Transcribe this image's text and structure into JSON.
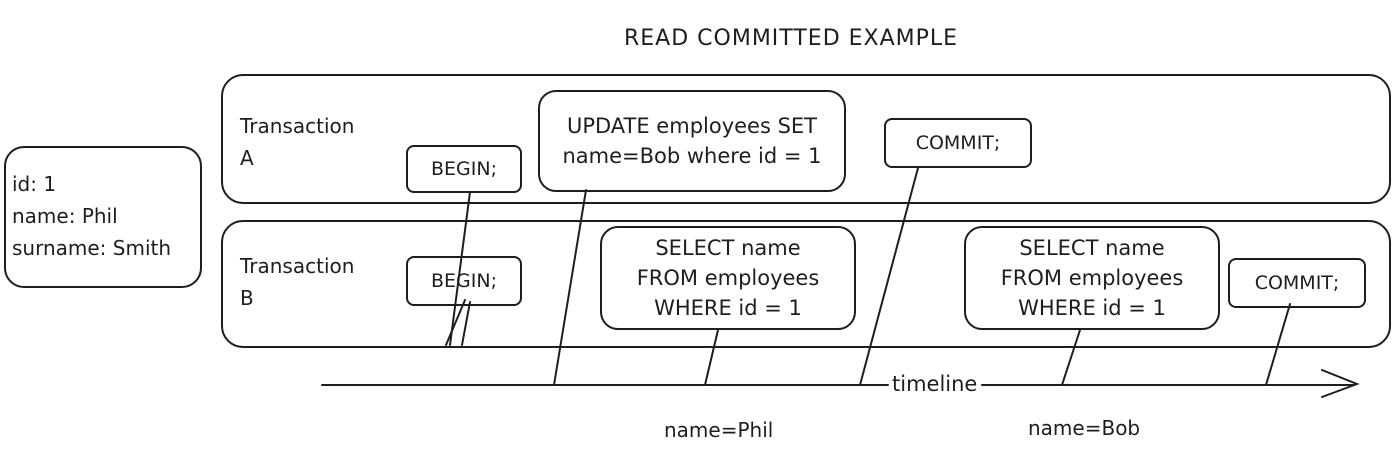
{
  "title": "READ COMMITTED EXAMPLE",
  "record": {
    "lines": [
      "id: 1",
      "name: Phil",
      "surname: Smith"
    ]
  },
  "transaction_a": {
    "label": [
      "Transaction",
      "A"
    ],
    "begin": "BEGIN;",
    "update": [
      "UPDATE employees SET",
      "name=Bob where id = 1"
    ],
    "commit": "COMMIT;"
  },
  "transaction_b": {
    "label": [
      "Transaction",
      "B"
    ],
    "begin": "BEGIN;",
    "select_1": [
      "SELECT name",
      "FROM employees",
      "WHERE id = 1"
    ],
    "select_2": [
      "SELECT name",
      "FROM employees",
      "WHERE id = 1"
    ],
    "commit": "COMMIT;"
  },
  "timeline": {
    "label": "timeline"
  },
  "results": {
    "first": "name=Phil",
    "second": "name=Bob"
  }
}
